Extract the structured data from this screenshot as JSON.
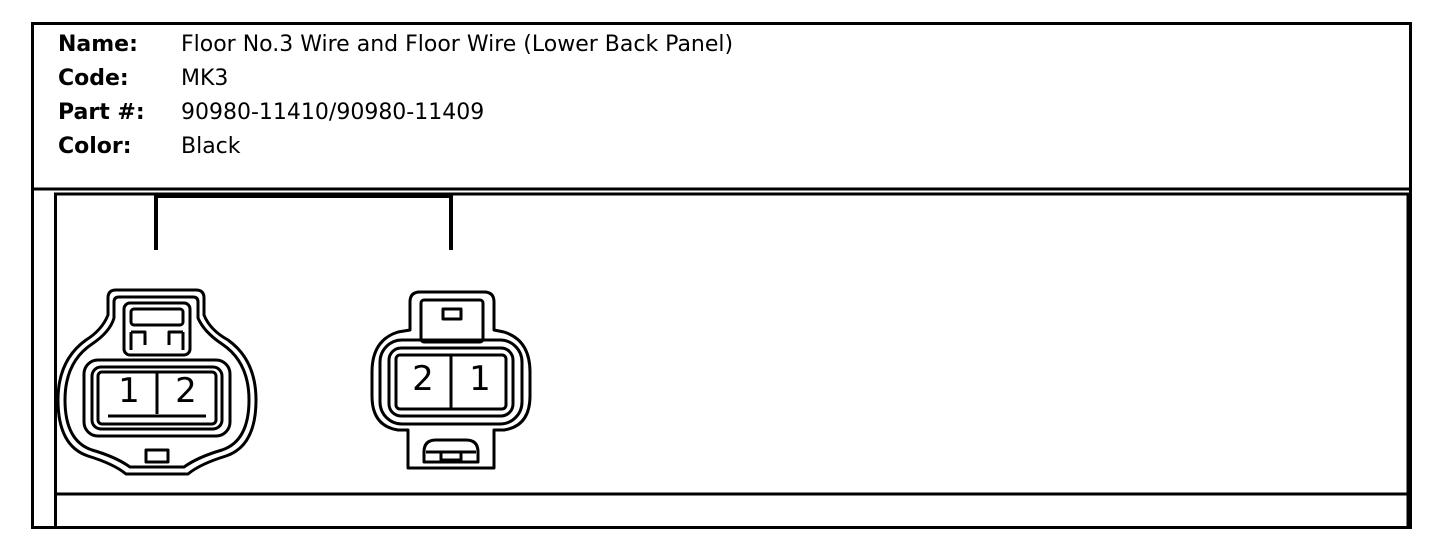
{
  "connector_info": {
    "name_label": "Name:",
    "name_value": "Floor No.3 Wire and Floor Wire (Lower Back Panel)",
    "code_label": "Code:",
    "code_value": "MK3",
    "part_label": "Part #:",
    "part_value": "90980-11410/90980-11409",
    "color_label": "Color:",
    "color_value": "Black"
  },
  "connectors": {
    "left": {
      "pins": [
        "1",
        "2"
      ]
    },
    "right": {
      "pins": [
        "2",
        "1"
      ]
    }
  },
  "colors": {
    "line": "#000000",
    "background": "#ffffff"
  }
}
